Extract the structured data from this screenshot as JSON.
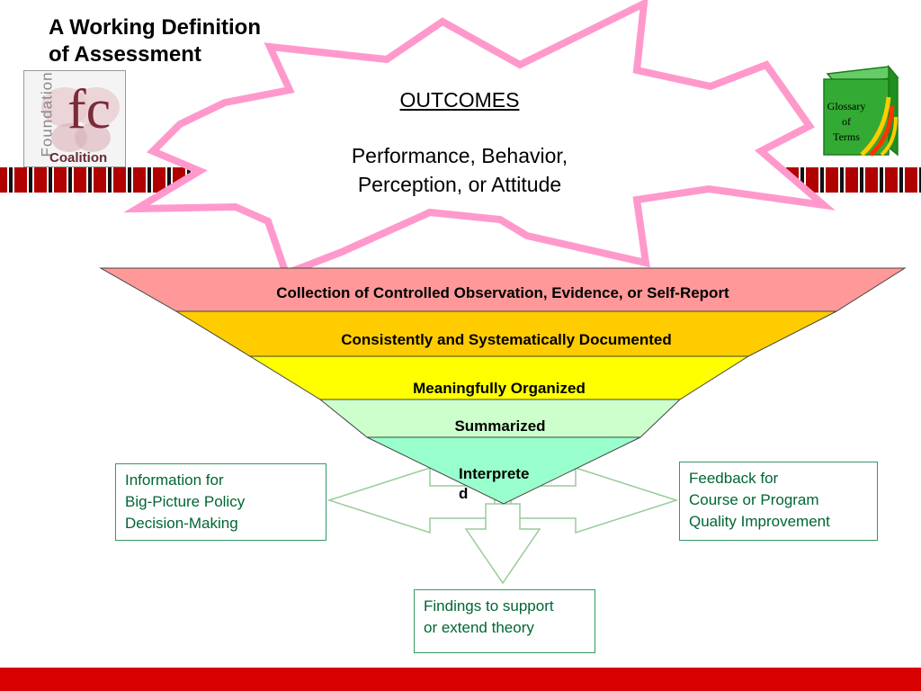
{
  "title": "A Working Definition\nof Assessment",
  "logo": {
    "side_text": "Foundation",
    "monogram": "fc",
    "bottom_text": "Coalition"
  },
  "glossary": {
    "label": "Glossary\nof\nTerms"
  },
  "outcomes": {
    "heading": "OUTCOMES",
    "body": "Performance, Behavior,\nPerception, or Attitude"
  },
  "funnel": {
    "levels": [
      {
        "label": "Collection of Controlled Observation, Evidence, or Self-Report",
        "color": "#ff9999"
      },
      {
        "label": "Consistently and Systematically Documented",
        "color": "#ffcc00"
      },
      {
        "label": "Meaningfully Organized",
        "color": "#ffff00"
      },
      {
        "label": "Summarized",
        "color": "#ccffcc"
      },
      {
        "label": "Interprete\nd",
        "color": "#99ffcc"
      }
    ]
  },
  "outputs": {
    "left": "Information for\nBig-Picture Policy\nDecision-Making",
    "right": "Feedback for\nCourse or Program\nQuality Improvement",
    "bottom": "Findings to support\nor extend theory"
  },
  "colors": {
    "burst_stroke": "#ff99cc",
    "box_border": "#339966",
    "box_text": "#006633",
    "book_green": "#33aa33",
    "footer_red": "#d80000"
  }
}
